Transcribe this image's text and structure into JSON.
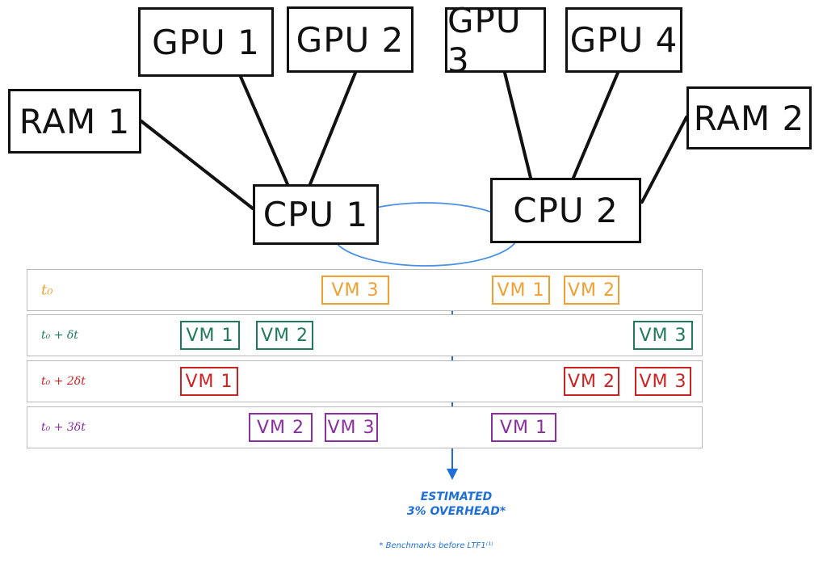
{
  "nodes": {
    "gpu1": "GPU 1",
    "gpu2": "GPU 2",
    "gpu3": "GPU 3",
    "gpu4": "GPU 4",
    "ram1": "RAM 1",
    "ram2": "RAM 2",
    "cpu1": "CPU 1",
    "cpu2": "CPU 2"
  },
  "colors": {
    "t0": "#f0a030",
    "t1": "#1f7a5c",
    "t2": "#cc2222",
    "t3": "#8a2ea0",
    "annotation": "#1e6fd9"
  },
  "timeline": [
    {
      "label": "t₀",
      "vms": [
        "VM 3",
        "VM 1",
        "VM 2"
      ]
    },
    {
      "label": "t₀ + δt",
      "vms": [
        "VM 1",
        "VM 2",
        "VM 3"
      ]
    },
    {
      "label": "t₀ + 2δt",
      "vms": [
        "VM 1",
        "VM 2",
        "VM 3"
      ]
    },
    {
      "label": "t₀ + 3δt",
      "vms": [
        "VM 2",
        "VM 3",
        "VM 1"
      ]
    }
  ],
  "annotation": {
    "line1": "ESTIMATED",
    "line2": "3% OVERHEAD*",
    "footnote": "* Benchmarks before LTF1⁽¹⁾"
  }
}
